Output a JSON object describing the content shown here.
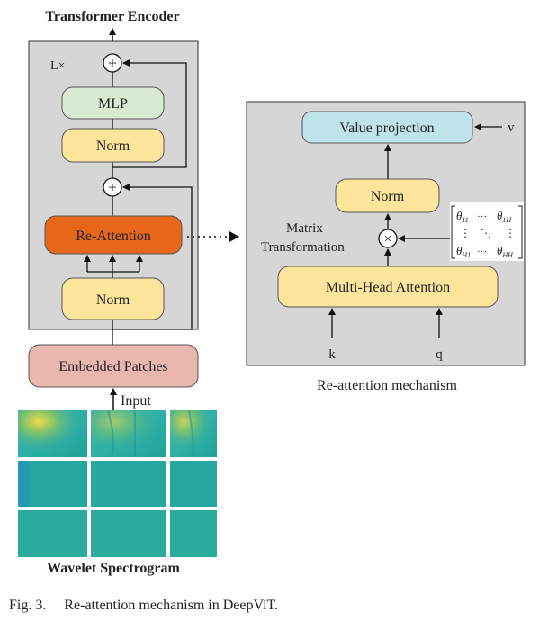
{
  "encoder": {
    "title": "Transformer Encoder",
    "repeat": "L×",
    "mlp": "MLP",
    "norm_top": "Norm",
    "re_attention": "Re-Attention",
    "norm_bottom": "Norm",
    "embedded_patches": "Embedded Patches",
    "input": "Input",
    "spectrogram_label": "Wavelet Spectrogram"
  },
  "mechanism": {
    "value_projection": "Value projection",
    "v": "v",
    "norm": "Norm",
    "matrix_line1": "Matrix",
    "matrix_line2": "Transformation",
    "multihead": "Multi-Head Attention",
    "k": "k",
    "q": "q",
    "title": "Re-attention mechanism",
    "theta_11": "θ",
    "theta_11_sub": "11",
    "theta_1H": "θ",
    "theta_1H_sub": "1H",
    "theta_H1": "θ",
    "theta_H1_sub": "H1",
    "theta_HH": "θ",
    "theta_HH_sub": "HH",
    "hdots": "···",
    "vdots": "⋮",
    "ddots": "⋱"
  },
  "caption": "Fig. 3.     Re-attention mechanism in DeepViT.",
  "colors": {
    "mlp_fill": "#d9ead3",
    "norm_fill": "#fde59c",
    "reattn_fill": "#e8661a",
    "patches_fill": "#e9b7b0",
    "value_fill": "#bfe3ea",
    "panel_fill": "#d6d6d6"
  }
}
